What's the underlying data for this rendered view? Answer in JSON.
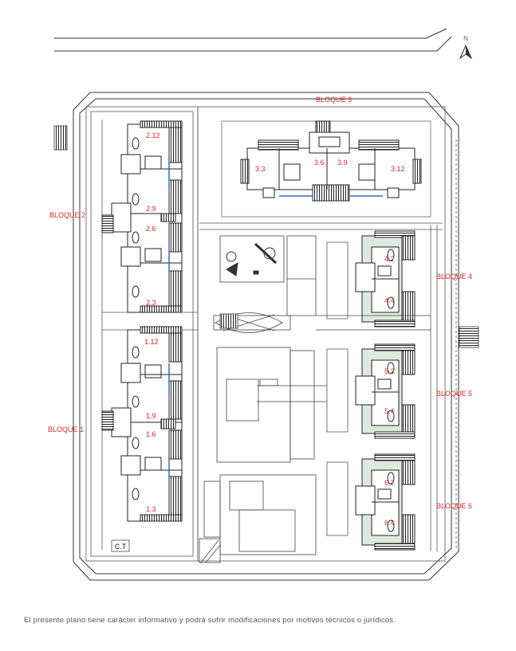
{
  "north_label": "N",
  "ct_label": "C.T",
  "disclaimer": "El presente plano tiene carácter informativo y podrá sufrir modificaciones por motivos técnicos o jurídicos.",
  "blocks": {
    "b1": "BLOQUE 1",
    "b2": "BLOQUE 2",
    "b3": "BLOQUE 3",
    "b4": "BLOQUE 4",
    "b5": "BLOQUE 5",
    "b6": "BLOQUE 6"
  },
  "units": {
    "u2_12": "2.12",
    "u2_9": "2.9",
    "u2_6": "2.6",
    "u2_3": "2.3",
    "u1_12": "1.12",
    "u1_9": "1.9",
    "u1_6": "1.6",
    "u1_3": "1.3",
    "u3_3": "3.3",
    "u3_6": "3.6",
    "u3_9": "3.9",
    "u3_12": "3.12",
    "u4_2": "4.2",
    "u4_4": "4.4",
    "u5_2": "5.2",
    "u5_4": "5.4",
    "u6_2": "6.2",
    "u6_4": "6.4"
  },
  "colors": {
    "line": "#2a2a2a",
    "label_red": "#d42a2a",
    "terrace_green": "#dfeadf",
    "blue_accent": "#2f6fb8"
  }
}
